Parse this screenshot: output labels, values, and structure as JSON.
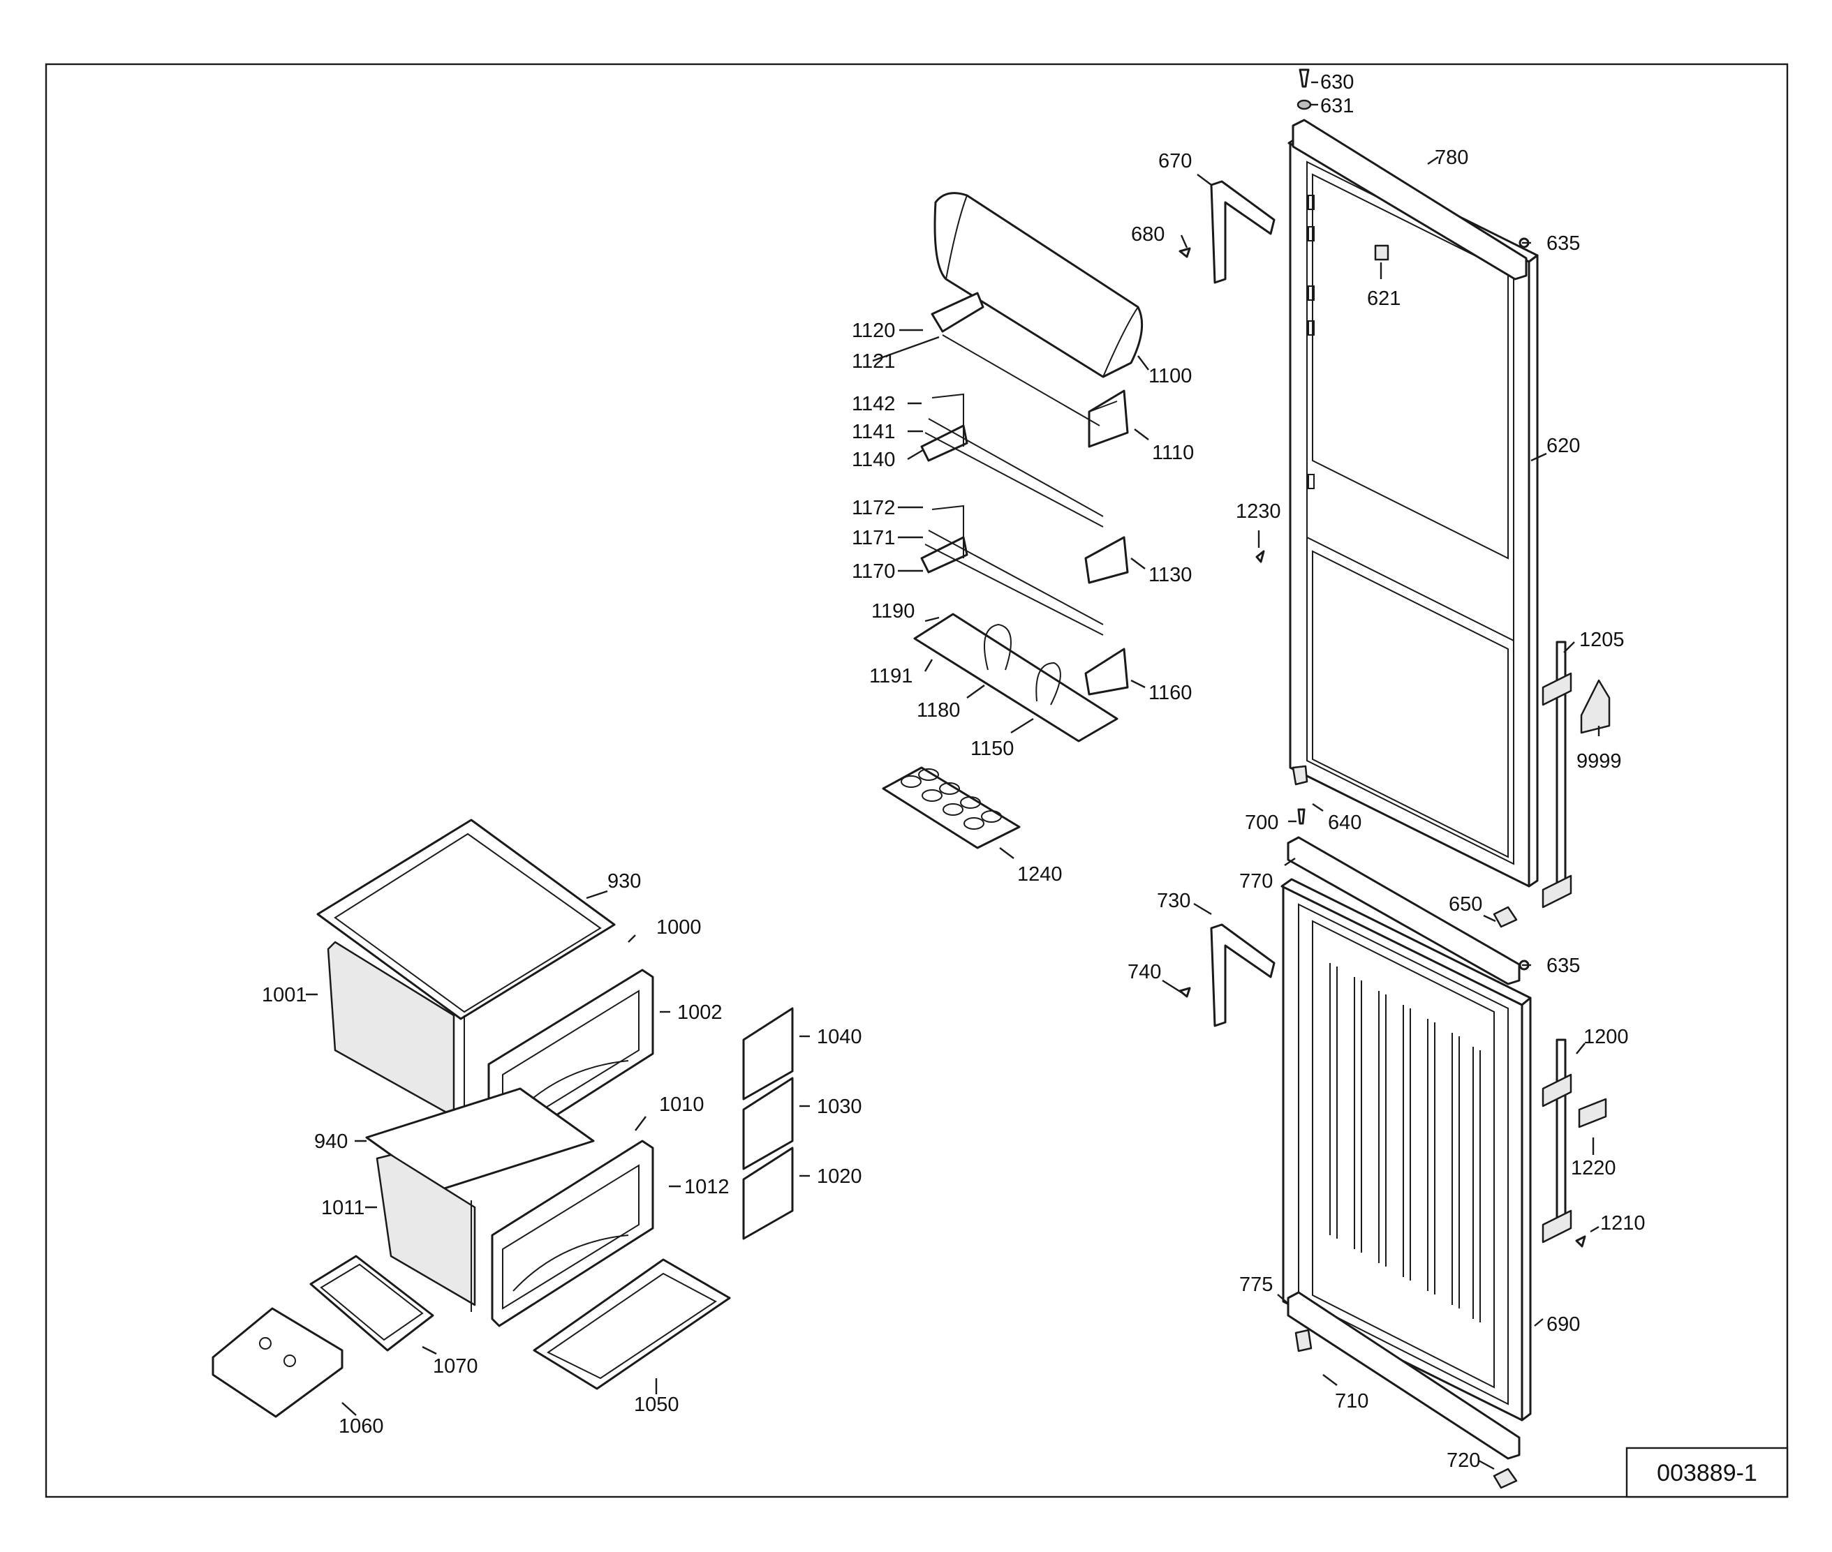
{
  "drawing_code": "003889-1",
  "callouts": [
    {
      "id": "630",
      "text": "630"
    },
    {
      "id": "631",
      "text": "631"
    },
    {
      "id": "780",
      "text": "780"
    },
    {
      "id": "670",
      "text": "670"
    },
    {
      "id": "635a",
      "text": "635"
    },
    {
      "id": "680",
      "text": "680"
    },
    {
      "id": "621",
      "text": "621"
    },
    {
      "id": "1120",
      "text": "1120"
    },
    {
      "id": "1121",
      "text": "1121"
    },
    {
      "id": "1100",
      "text": "1100"
    },
    {
      "id": "1142",
      "text": "1142"
    },
    {
      "id": "1141",
      "text": "1141"
    },
    {
      "id": "1140",
      "text": "1140"
    },
    {
      "id": "1110",
      "text": "1110"
    },
    {
      "id": "620",
      "text": "620"
    },
    {
      "id": "1230",
      "text": "1230"
    },
    {
      "id": "1172",
      "text": "1172"
    },
    {
      "id": "1171",
      "text": "1171"
    },
    {
      "id": "1170",
      "text": "1170"
    },
    {
      "id": "1130",
      "text": "1130"
    },
    {
      "id": "1190",
      "text": "1190"
    },
    {
      "id": "1205",
      "text": "1205"
    },
    {
      "id": "1191",
      "text": "1191"
    },
    {
      "id": "1160",
      "text": "1160"
    },
    {
      "id": "1180",
      "text": "1180"
    },
    {
      "id": "9999",
      "text": "9999"
    },
    {
      "id": "1150",
      "text": "1150"
    },
    {
      "id": "700",
      "text": "700"
    },
    {
      "id": "640",
      "text": "640"
    },
    {
      "id": "1240",
      "text": "1240"
    },
    {
      "id": "770",
      "text": "770"
    },
    {
      "id": "930",
      "text": "930"
    },
    {
      "id": "730",
      "text": "730"
    },
    {
      "id": "650",
      "text": "650"
    },
    {
      "id": "1000",
      "text": "1000"
    },
    {
      "id": "635b",
      "text": "635"
    },
    {
      "id": "740",
      "text": "740"
    },
    {
      "id": "1001",
      "text": "1001"
    },
    {
      "id": "1002",
      "text": "1002"
    },
    {
      "id": "1040",
      "text": "1040"
    },
    {
      "id": "1200",
      "text": "1200"
    },
    {
      "id": "1030",
      "text": "1030"
    },
    {
      "id": "1010",
      "text": "1010"
    },
    {
      "id": "940",
      "text": "940"
    },
    {
      "id": "1220",
      "text": "1220"
    },
    {
      "id": "1020",
      "text": "1020"
    },
    {
      "id": "1012",
      "text": "1012"
    },
    {
      "id": "1011",
      "text": "1011"
    },
    {
      "id": "1210",
      "text": "1210"
    },
    {
      "id": "775",
      "text": "775"
    },
    {
      "id": "690",
      "text": "690"
    },
    {
      "id": "1070",
      "text": "1070"
    },
    {
      "id": "710",
      "text": "710"
    },
    {
      "id": "1050",
      "text": "1050"
    },
    {
      "id": "1060",
      "text": "1060"
    },
    {
      "id": "720",
      "text": "720"
    }
  ]
}
